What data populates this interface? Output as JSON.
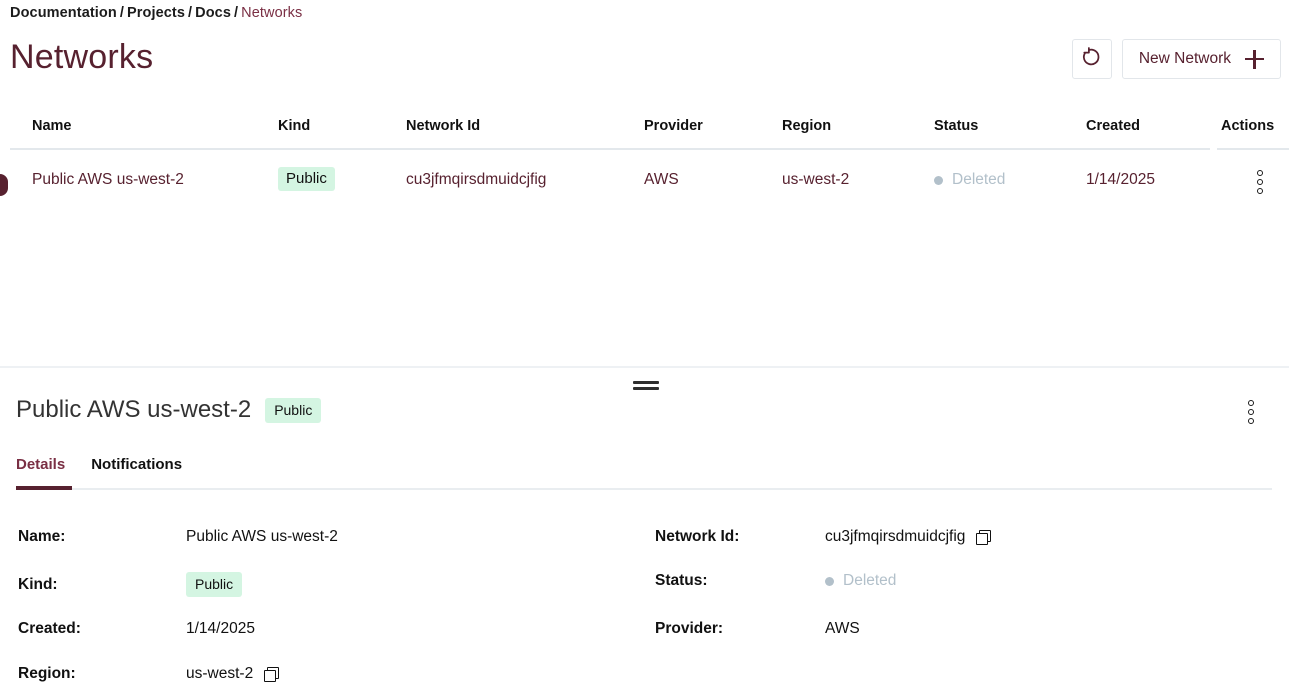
{
  "breadcrumb": {
    "items": [
      "Documentation",
      "Projects",
      "Docs"
    ],
    "current": "Networks",
    "separator": "/"
  },
  "page": {
    "title": "Networks"
  },
  "header_actions": {
    "refresh_icon": "refresh-icon",
    "new_network_label": "New Network",
    "plus_icon": "plus-icon"
  },
  "table": {
    "columns": [
      "Name",
      "Kind",
      "Network Id",
      "Provider",
      "Region",
      "Status",
      "Created",
      "Actions"
    ],
    "rows": [
      {
        "name": "Public AWS us-west-2",
        "kind": "Public",
        "network_id": "cu3jfmqirsdmuidcjfig",
        "provider": "AWS",
        "region": "us-west-2",
        "status": "Deleted",
        "created": "1/14/2025",
        "actions_icon": "kebab-menu-icon"
      }
    ]
  },
  "detail": {
    "title": "Public AWS us-west-2",
    "badge": "Public",
    "menu_icon": "kebab-menu-icon",
    "tabs": [
      {
        "label": "Details",
        "active": true
      },
      {
        "label": "Notifications",
        "active": false
      }
    ],
    "fields_left": [
      {
        "label": "Name:",
        "value": "Public AWS us-west-2",
        "copyable": false,
        "badge": false
      },
      {
        "label": "Kind:",
        "value": "Public",
        "copyable": false,
        "badge": true
      },
      {
        "label": "Created:",
        "value": "1/14/2025",
        "copyable": false,
        "badge": false
      },
      {
        "label": "Region:",
        "value": "us-west-2",
        "copyable": true,
        "badge": false
      }
    ],
    "fields_right": [
      {
        "label": "Network Id:",
        "value": "cu3jfmqirsdmuidcjfig",
        "copyable": true,
        "status": false
      },
      {
        "label": "Status:",
        "value": "Deleted",
        "copyable": false,
        "status": true
      },
      {
        "label": "Provider:",
        "value": "AWS",
        "copyable": false,
        "status": false
      }
    ]
  },
  "colors": {
    "accent": "#57212f",
    "breadcrumb_current": "#7a2f44",
    "badge_bg": "#d4f5e2",
    "status_muted": "#b2c0ca",
    "divider": "#e3e8ec"
  }
}
